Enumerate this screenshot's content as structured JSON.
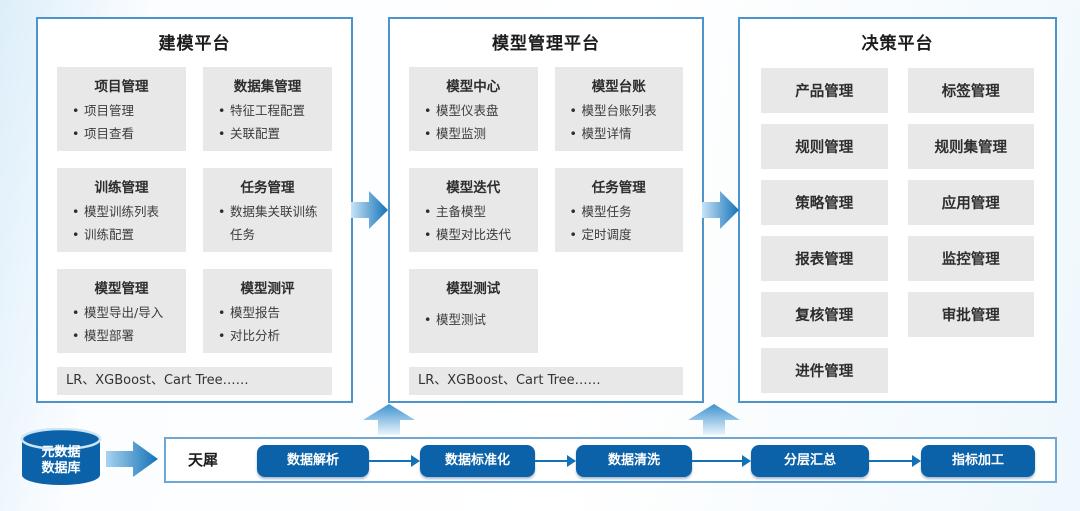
{
  "platforms": [
    {
      "title": "建模平台",
      "cards": [
        {
          "title": "项目管理",
          "items": [
            "项目管理",
            "项目查看"
          ]
        },
        {
          "title": "数据集管理",
          "items": [
            "特征工程配置",
            "关联配置"
          ]
        },
        {
          "title": "训练管理",
          "items": [
            "模型训练列表",
            "训练配置"
          ]
        },
        {
          "title": "任务管理",
          "items": [
            "数据集关联训练任务"
          ]
        },
        {
          "title": "模型管理",
          "items": [
            "模型导出/导入",
            "模型部署"
          ]
        },
        {
          "title": "模型测评",
          "items": [
            "模型报告",
            "对比分析"
          ]
        }
      ],
      "footer": "LR、XGBoost、Cart Tree……"
    },
    {
      "title": "模型管理平台",
      "cards": [
        {
          "title": "模型中心",
          "items": [
            "模型仪表盘",
            "模型监测"
          ]
        },
        {
          "title": "模型台账",
          "items": [
            "模型台账列表",
            "模型详情"
          ]
        },
        {
          "title": "模型迭代",
          "items": [
            "主备模型",
            "模型对比迭代"
          ]
        },
        {
          "title": "任务管理",
          "items": [
            "模型任务",
            "定时调度"
          ]
        },
        {
          "title": "模型测试",
          "items": [
            "模型测试"
          ]
        }
      ],
      "footer": "LR、XGBoost、Cart Tree……"
    },
    {
      "title": "决策平台",
      "tiles": [
        "产品管理",
        "标签管理",
        "规则管理",
        "规则集管理",
        "策略管理",
        "应用管理",
        "报表管理",
        "监控管理",
        "复核管理",
        "审批管理",
        "进件管理"
      ]
    }
  ],
  "bottom": {
    "database": {
      "line1": "元数据",
      "line2": "数据库"
    },
    "engine_label": "天犀",
    "pipeline": [
      "数据解析",
      "数据标准化",
      "数据清洗",
      "分层汇总",
      "指标加工"
    ]
  },
  "icons": [
    "database-cylinder-icon",
    "flow-right-arrow-icon",
    "flow-up-arrow-icon"
  ],
  "colors": {
    "accent_blue": "#0b62a9",
    "border_blue": "#4d94cc",
    "flow_blue": "#1272b8",
    "card_gray": "#e8e8e8",
    "arrow_light": "#bfe0f5"
  }
}
